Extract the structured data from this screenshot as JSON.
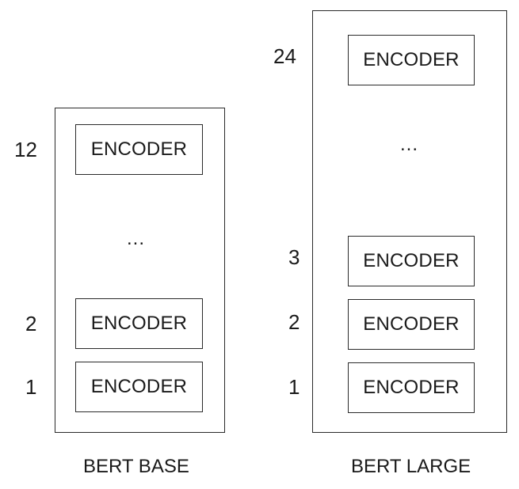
{
  "base": {
    "caption": "BERT BASE",
    "ellipsis": "...",
    "layers": [
      {
        "number": "12",
        "label": "ENCODER"
      },
      {
        "number": "2",
        "label": "ENCODER"
      },
      {
        "number": "1",
        "label": "ENCODER"
      }
    ]
  },
  "large": {
    "caption": "BERT LARGE",
    "ellipsis": "...",
    "layers": [
      {
        "number": "24",
        "label": "ENCODER"
      },
      {
        "number": "3",
        "label": "ENCODER"
      },
      {
        "number": "2",
        "label": "ENCODER"
      },
      {
        "number": "1",
        "label": "ENCODER"
      }
    ]
  },
  "colors": {
    "border": "#2a2a2a",
    "text": "#1a1a1a",
    "background": "#ffffff"
  }
}
